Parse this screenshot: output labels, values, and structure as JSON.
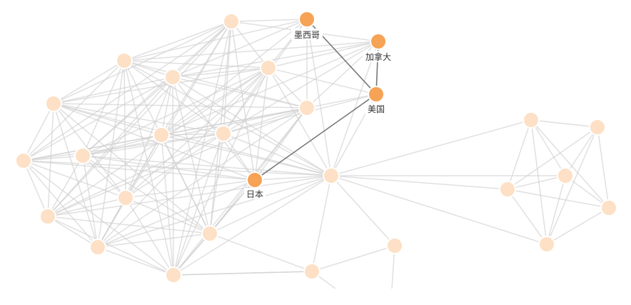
{
  "graph": {
    "colors": {
      "dim_node": "#fde0c5",
      "hl_node": "#f6a356",
      "edge": "#cfcfcf",
      "hl_edge": "#777777"
    },
    "labels": {
      "japan": "日本",
      "usa": "美国",
      "canada": "加拿大",
      "mexico": "墨西哥"
    }
  }
}
